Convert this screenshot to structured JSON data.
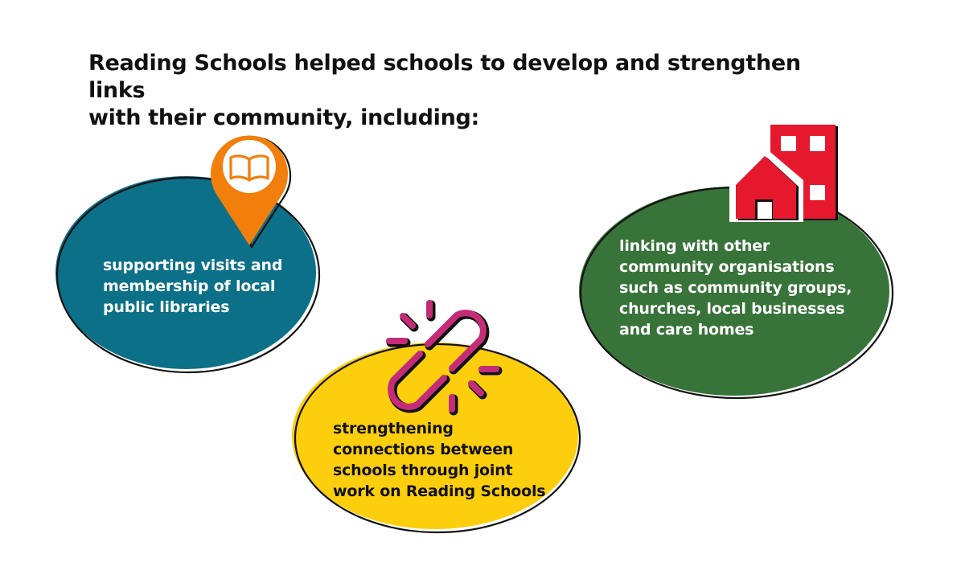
{
  "heading": {
    "lines": [
      "Reading Schools helped schools to develop and strengthen links",
      "with their community, including:"
    ]
  },
  "blobs": [
    {
      "id": "libraries",
      "color": "#0b7088",
      "lines": [
        "supporting visits and",
        "membership of local",
        "public libraries"
      ],
      "icon": "map-pin-book-icon",
      "icon_color": "#f27e0c"
    },
    {
      "id": "schools",
      "color": "#fdce0d",
      "lines": [
        "strengthening",
        "connections between",
        "schools through joint",
        "work on Reading Schools"
      ],
      "icon": "broken-chain-link-icon",
      "icon_color": "#c52c77"
    },
    {
      "id": "community",
      "color": "#38733a",
      "lines": [
        "linking with other",
        "community organisations",
        "such as community groups,",
        "churches, local businesses",
        "and care homes"
      ],
      "icon": "house-building-icon",
      "icon_color": "#e5182d"
    }
  ]
}
